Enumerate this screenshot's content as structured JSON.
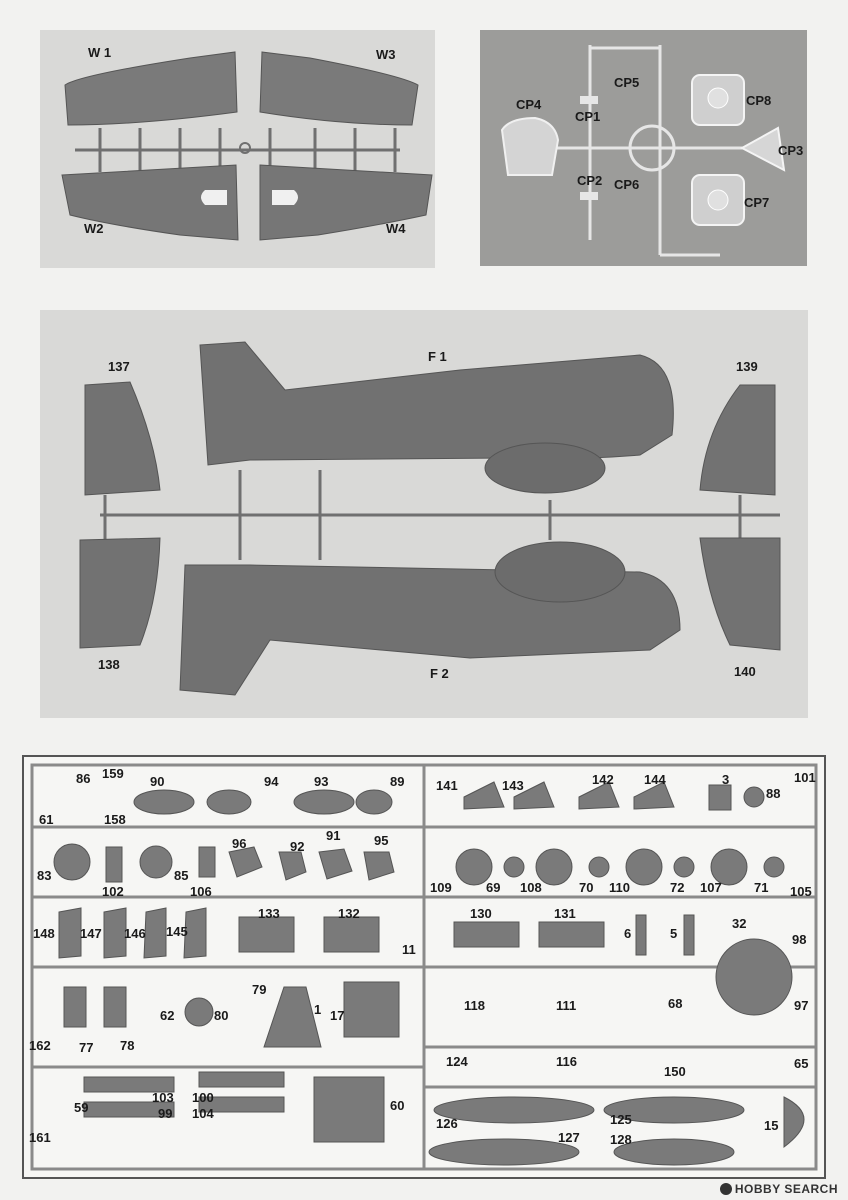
{
  "sheet": {
    "wings_panel": {
      "labels": {
        "w1": "W 1",
        "w2": "W2",
        "w3": "W3",
        "w4": "W4"
      }
    },
    "canopy_panel": {
      "labels": {
        "cp1": "CP1",
        "cp2": "CP2",
        "cp3": "CP3",
        "cp4": "CP4",
        "cp5": "CP5",
        "cp6": "CP6",
        "cp7": "CP7",
        "cp8": "CP8"
      }
    },
    "fuselage_panel": {
      "labels": {
        "f1": "F 1",
        "f2": "F 2",
        "p137": "137",
        "p138": "138",
        "p139": "139",
        "p140": "140"
      }
    },
    "parts_sprue": {
      "labels": {
        "p1": "1",
        "p3": "3",
        "p5": "5",
        "p6": "6",
        "p11": "11",
        "p15": "15",
        "p17": "17",
        "p32": "32",
        "p59": "59",
        "p60": "60",
        "p61": "61",
        "p62": "62",
        "p65": "65",
        "p68": "68",
        "p69": "69",
        "p70": "70",
        "p71": "71",
        "p72": "72",
        "p77": "77",
        "p78": "78",
        "p79": "79",
        "p80": "80",
        "p83": "83",
        "p85": "85",
        "p86": "86",
        "p88": "88",
        "p89": "89",
        "p90": "90",
        "p91": "91",
        "p92": "92",
        "p93": "93",
        "p94": "94",
        "p95": "95",
        "p96": "96",
        "p97": "97",
        "p98": "98",
        "p99": "99",
        "p100": "100",
        "p101": "101",
        "p102": "102",
        "p103": "103",
        "p104": "104",
        "p105": "105",
        "p106": "106",
        "p107": "107",
        "p108": "108",
        "p109": "109",
        "p110": "110",
        "p111": "111",
        "p116": "116",
        "p118": "118",
        "p124": "124",
        "p125": "125",
        "p126": "126",
        "p127": "127",
        "p128": "128",
        "p130": "130",
        "p131": "131",
        "p132": "132",
        "p133": "133",
        "p141": "141",
        "p142": "142",
        "p143": "143",
        "p144": "144",
        "p145": "145",
        "p146": "146",
        "p147": "147",
        "p148": "148",
        "p150": "150",
        "p158": "158",
        "p159": "159",
        "p161": "161",
        "p162": "162"
      }
    }
  },
  "watermark": {
    "text": "HOBBY SEARCH"
  },
  "colors": {
    "plastic": "#6e6e6e",
    "sprue": "#8a8a8a",
    "clear": "#e8e8e8"
  }
}
